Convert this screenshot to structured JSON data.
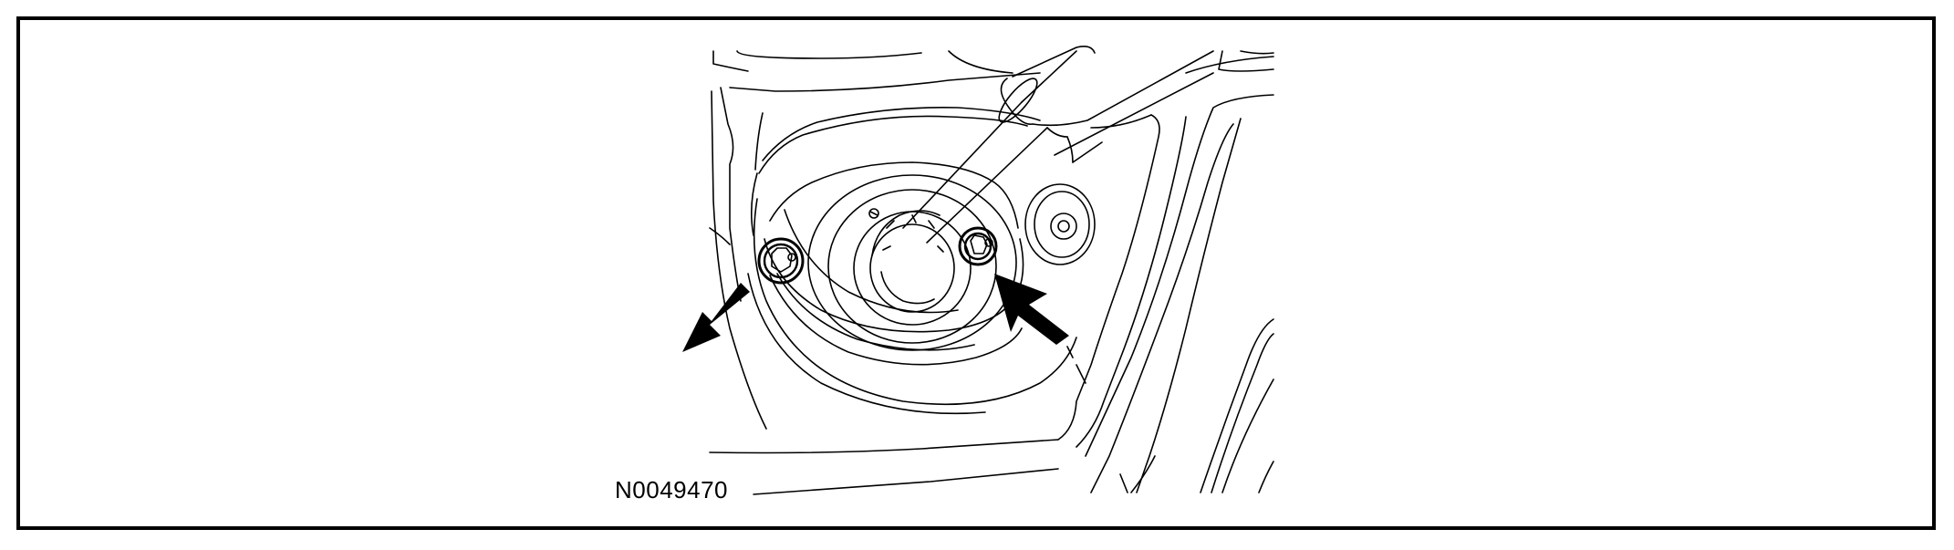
{
  "figure": {
    "id_label": "N0049470",
    "line_color": "#000000",
    "background_color": "#ffffff",
    "callouts": [
      "arrow-pointing-left-nut",
      "arrow-pointing-right-nut"
    ]
  }
}
